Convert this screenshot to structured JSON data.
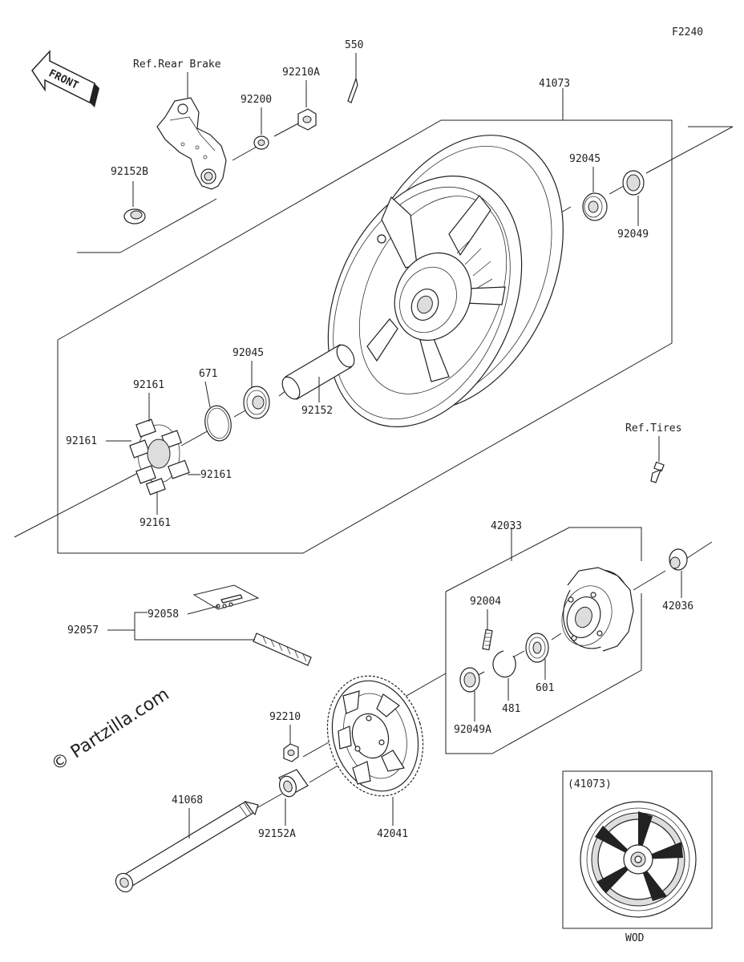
{
  "figure_code": "F2240",
  "front_label": "FRONT",
  "refs": {
    "rear_brake": "Ref.Rear Brake",
    "tires": "Ref.Tires"
  },
  "parts": {
    "p550": "550",
    "p92210A": "92210A",
    "p92200": "92200",
    "p92152B": "92152B",
    "p41073": "41073",
    "p92045_top": "92045",
    "p92049": "92049",
    "p92045_mid": "92045",
    "p671": "671",
    "p92152": "92152",
    "p92161_a": "92161",
    "p92161_b": "92161",
    "p92161_c": "92161",
    "p92161_d": "92161",
    "p42033": "42033",
    "p42036": "42036",
    "p92004": "92004",
    "p92058": "92058",
    "p92057": "92057",
    "p601": "601",
    "p481": "481",
    "p92049A": "92049A",
    "p92210": "92210",
    "p41068": "41068",
    "p92152A": "92152A",
    "p42041": "42041"
  },
  "inset": {
    "title": "(41073)",
    "caption": "WOD"
  },
  "watermark": "© Partzilla.com"
}
